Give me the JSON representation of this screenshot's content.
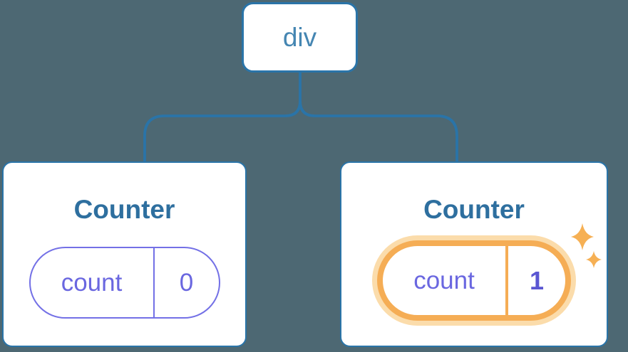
{
  "tree": {
    "root": {
      "label": "div"
    },
    "children": [
      {
        "title": "Counter",
        "state": {
          "key": "count",
          "value": "0"
        },
        "highlighted": false
      },
      {
        "title": "Counter",
        "state": {
          "key": "count",
          "value": "1"
        },
        "highlighted": true
      }
    ]
  },
  "icons": {
    "sparkle": "sparkle-icon"
  },
  "colors": {
    "background": "#4d6873",
    "node_fill": "#ffffff",
    "node_border": "#2a74a8",
    "connector": "#2a74a8",
    "root_label_text": "#4586b2",
    "card_title_text": "#2e6f9f",
    "state_text": "#6a67e0",
    "state_border": "#7370e6",
    "state_value_bold": "#5a56d2",
    "highlight_border": "#f5ad55",
    "highlight_glow": "#fbdcab",
    "sparkle": "#f6b054"
  }
}
